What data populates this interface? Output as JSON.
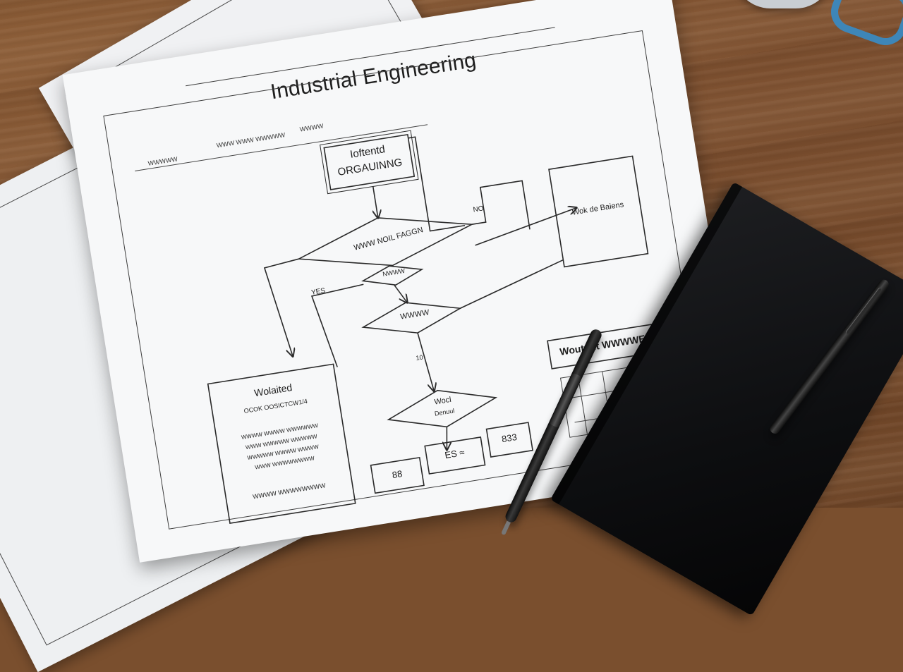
{
  "document": {
    "title": "Industrial Engineering",
    "header_fields": [
      "WWWWW",
      "WWW WWW WWWWW",
      "WWWW"
    ]
  },
  "flowchart": {
    "start_box": [
      "Ioftentd",
      "ORGAUINNG"
    ],
    "decision_1": "WWW NOIL FAGGN",
    "decision_2": "NWWW",
    "decision_3": "WWWW",
    "decision_4": [
      "Wocl",
      "Denuul"
    ],
    "right_box": "Wok de Baiens",
    "left_box_title": "Wolaited",
    "left_box_subtitle": "OCOK OOSICTCW1/4",
    "left_box_lines": [
      "WWWW WWWW WWWWWW",
      "WWW WWWWW WWWWW",
      "WWWWW WWWW WWWW",
      "WWW WWWWWWWW"
    ],
    "left_box_footer": "WWWW WWWWWWWW",
    "label_yes": "YES",
    "label_no": "NO",
    "label_small": "10",
    "box_b": "88",
    "box_c": "ES",
    "box_c_mark": "≈",
    "box_d": "833",
    "legend_title": "Wout tut WWWWE8"
  },
  "colors": {
    "desk": "#7d5030",
    "paper": "#f7f8f9",
    "ink": "#2a2a2a",
    "notebook": "#111214",
    "mug_handle": "#3e86b8"
  }
}
